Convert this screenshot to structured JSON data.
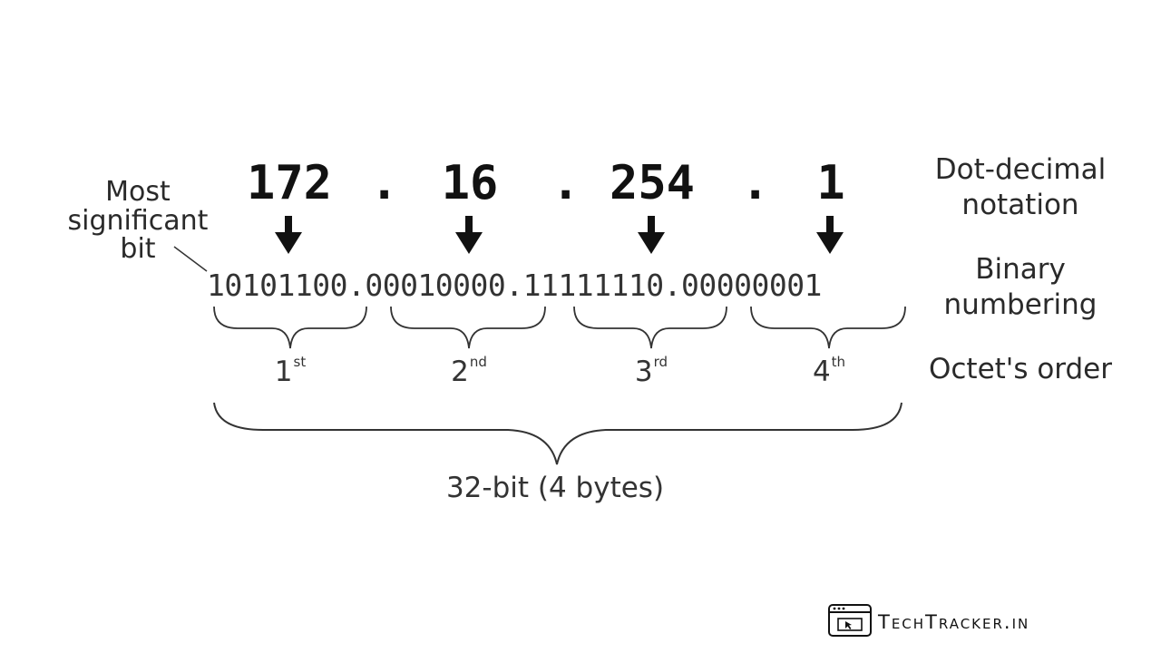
{
  "octets": [
    {
      "decimal": "172",
      "binary": "10101100",
      "order_num": "1",
      "order_suffix": "st"
    },
    {
      "decimal": "16",
      "binary": "00010000",
      "order_num": "2",
      "order_suffix": "nd"
    },
    {
      "decimal": "254",
      "binary": "11111110",
      "order_num": "3",
      "order_suffix": "rd"
    },
    {
      "decimal": "1",
      "binary": "00000001",
      "order_num": "4",
      "order_suffix": "th"
    }
  ],
  "separator": ".",
  "labels": {
    "dot_decimal_line1": "Dot-decimal",
    "dot_decimal_line2": "notation",
    "binary_line1": "Binary",
    "binary_line2": "numbering",
    "octet_order": "Octet's order",
    "msb_line1": "Most",
    "msb_line2": "significant",
    "msb_line3": "bit",
    "total": "32-bit (4 bytes)"
  },
  "brand": {
    "name": "TechTracker.in",
    "icon": "browser-cursor-icon"
  }
}
